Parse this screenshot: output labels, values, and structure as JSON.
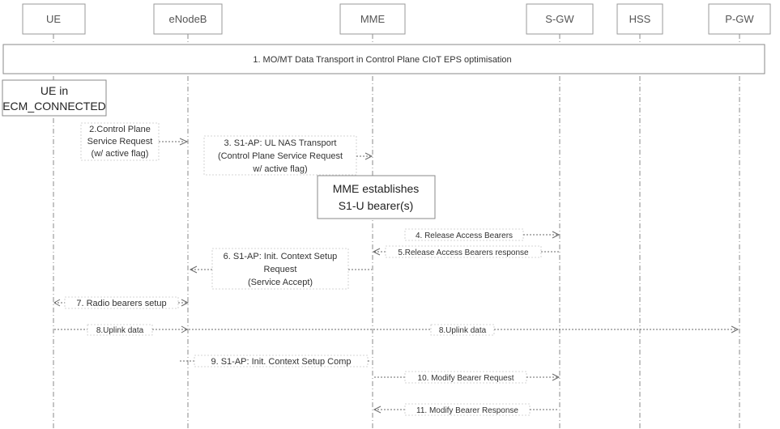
{
  "entities": [
    "UE",
    "eNodeB",
    "MME",
    "S-GW",
    "HSS",
    "P-GW"
  ],
  "step1": "1. MO/MT Data Transport in Control Plane CIoT EPS optimisation",
  "ue_state": [
    "UE in",
    "ECM_CONNECTED"
  ],
  "step2": [
    "2.Control Plane",
    "Service Request",
    "(w/ active flag)"
  ],
  "step3": [
    "3. S1-AP: UL NAS Transport",
    "(Control Plane Service Request",
    "w/ active flag)"
  ],
  "mme_note": [
    "MME establishes",
    "S1-U bearer(s)"
  ],
  "step4": "4. Release Access Bearers",
  "step5": "5.Release Access Bearers response",
  "step6": [
    "6. S1-AP: Init. Context Setup",
    "Request",
    "(Service Accept)"
  ],
  "step7": "7. Radio bearers setup",
  "step8a": "8.Uplink data",
  "step8b": "8.Uplink data",
  "step9": "9. S1-AP: Init. Context Setup Comp",
  "step10": "10. Modify Bearer Request",
  "step11": "11. Modify Bearer Response"
}
